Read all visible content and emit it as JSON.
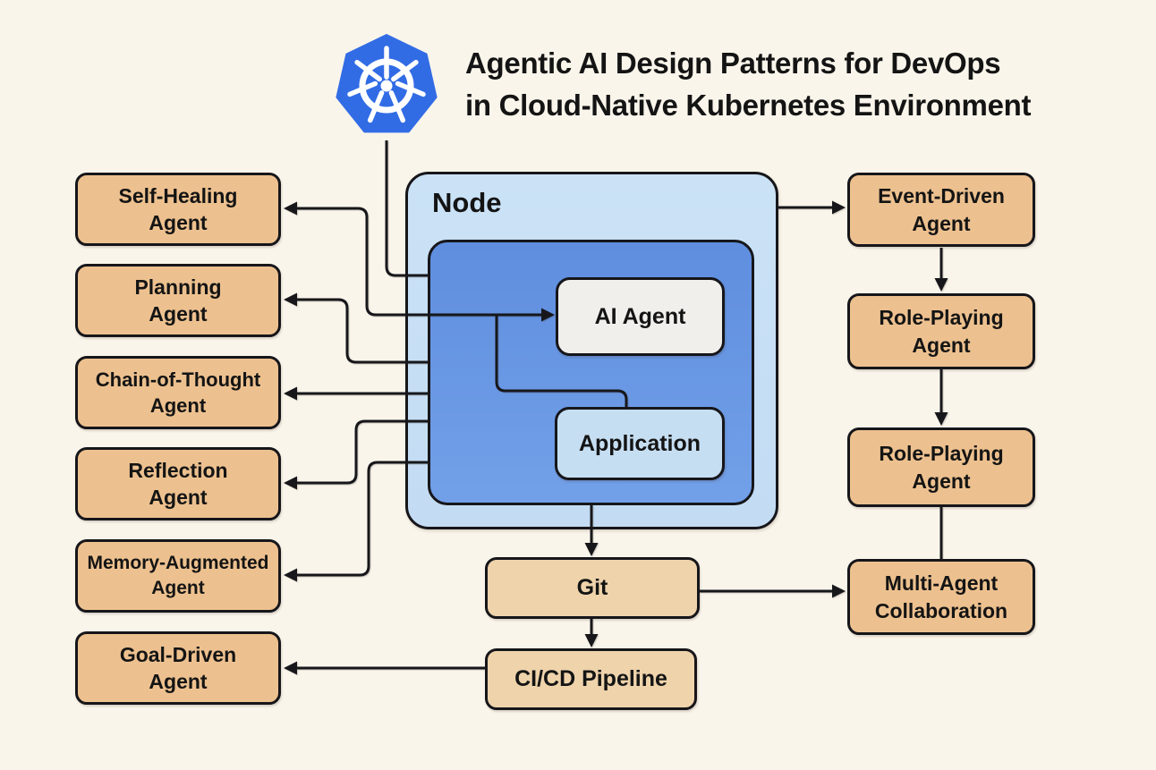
{
  "title": {
    "line1": "Agentic AI Design Patterns for DevOps",
    "line2": "in Cloud-Native Kubernetes Environment"
  },
  "node": {
    "label": "Node",
    "ai_agent_label": "AI Agent",
    "application_label": "Application"
  },
  "left_agents": [
    "Self-Healing\nAgent",
    "Planning\nAgent",
    "Chain-of-Thought\nAgent",
    "Reflection\nAgent",
    "Memory-Augmented\nAgent",
    "Goal-Driven\nAgent"
  ],
  "right_agents": [
    "Event-Driven\nAgent",
    "Role-Playing\nAgent",
    "Role-Playing\nAgent",
    "Multi-Agent\nCollaboration"
  ],
  "pipeline": {
    "git": "Git",
    "cicd": "CI/CD Pipeline"
  },
  "icons": {
    "kubernetes": "kubernetes-wheel-logo"
  },
  "colors": {
    "background": "#faf5eb",
    "agent_box": "#edc18f",
    "pipeline_box": "#eed3ab",
    "node_outer": "#c8e0f5",
    "node_inner": "#6997e2",
    "ai_agent_box": "#f0efeb",
    "application_box": "#c6def2",
    "kubernetes_blue": "#326ce5",
    "line": "#17171b",
    "text": "#141414"
  },
  "edges": [
    {
      "from": "kubernetes-logo",
      "to": "node",
      "arrow": "none"
    },
    {
      "from": "ai-agent",
      "to": "self-healing-agent",
      "arrow": "both"
    },
    {
      "from": "node",
      "to": "planning-agent",
      "arrow": "end"
    },
    {
      "from": "node",
      "to": "chain-of-thought-agent",
      "arrow": "end"
    },
    {
      "from": "node",
      "to": "reflection-agent",
      "arrow": "end"
    },
    {
      "from": "node",
      "to": "memory-augmented-agent",
      "arrow": "end"
    },
    {
      "from": "ai-agent",
      "to": "application",
      "arrow": "none"
    },
    {
      "from": "node",
      "to": "event-driven-agent",
      "arrow": "end"
    },
    {
      "from": "event-driven-agent",
      "to": "role-playing-agent-1",
      "arrow": "end"
    },
    {
      "from": "role-playing-agent-1",
      "to": "role-playing-agent-2",
      "arrow": "end"
    },
    {
      "from": "role-playing-agent-2",
      "to": "multi-agent-collaboration",
      "arrow": "none"
    },
    {
      "from": "application",
      "to": "git",
      "arrow": "end"
    },
    {
      "from": "git",
      "to": "multi-agent-collaboration",
      "arrow": "end"
    },
    {
      "from": "git",
      "to": "ci-cd-pipeline",
      "arrow": "end"
    },
    {
      "from": "ci-cd-pipeline",
      "to": "goal-driven-agent",
      "arrow": "end"
    }
  ]
}
